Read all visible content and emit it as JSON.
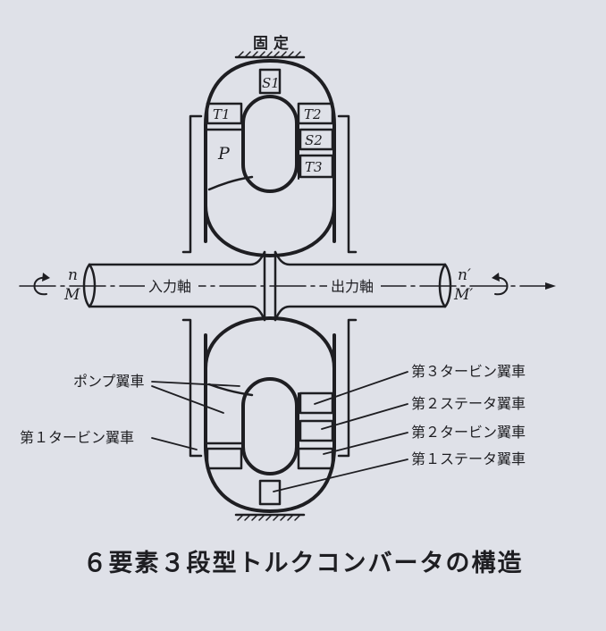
{
  "diagram": {
    "fixed_label": "固 定",
    "stator1_top": "S1",
    "t1_top": "T1",
    "t2_top": "T2",
    "s2_top": "S2",
    "t3_top": "T3",
    "pump_letter": "P",
    "input_shaft": "入力軸",
    "output_shaft": "出力軸",
    "n_in": "n",
    "m_in": "M",
    "n_out": "n′",
    "m_out": "M′",
    "pump_impeller": "ポンプ翼車",
    "turbine1": "第１タービン翼車",
    "turbine3": "第３タービン翼車",
    "stator2": "第２ステータ翼車",
    "turbine2": "第２タービン翼車",
    "stator1": "第１ステータ翼車"
  },
  "caption": "６要素３段型トルクコンバータの構造",
  "colors": {
    "ink": "#1e1e22",
    "paper": "#dfe1e8"
  }
}
